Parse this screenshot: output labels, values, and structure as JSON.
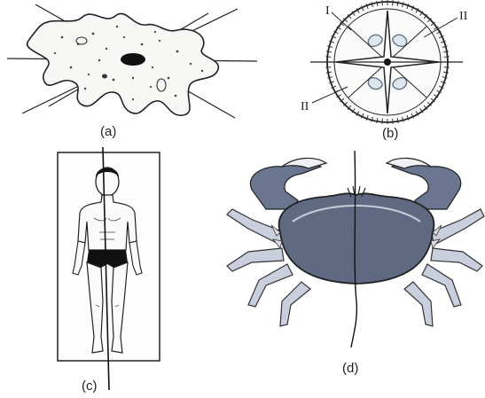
{
  "panels": {
    "a": {
      "caption": "(a)"
    },
    "b": {
      "caption": "(b)",
      "axis_labels": [
        "I",
        "II",
        "II"
      ]
    },
    "c": {
      "caption": "(c)"
    },
    "d": {
      "caption": "(d)"
    }
  },
  "colors": {
    "ink": "#222222",
    "crab_shell": "#5f6a82",
    "crab_leg": "#c9cfdc",
    "jelly_lobe": "#a7b8c6"
  }
}
